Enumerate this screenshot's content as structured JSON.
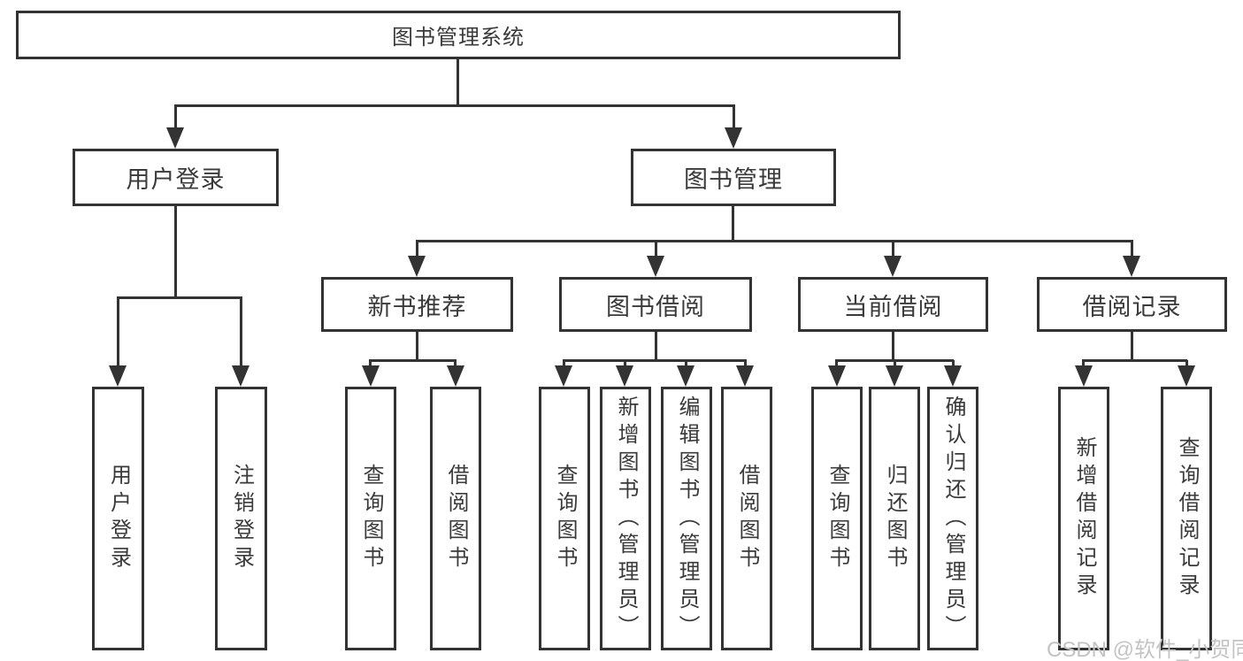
{
  "tree": {
    "root_label": "图书管理系统",
    "level2": [
      {
        "label": "用户登录"
      },
      {
        "label": "图书管理"
      }
    ],
    "level3": [
      {
        "label": "新书推荐"
      },
      {
        "label": "图书借阅"
      },
      {
        "label": "当前借阅"
      },
      {
        "label": "借阅记录"
      }
    ],
    "leaves": {
      "user_login": [
        "用户登录",
        "注销登录"
      ],
      "new_book": [
        "查询图书",
        "借阅图书"
      ],
      "book_borrow": [
        "查询图书",
        "新增图书（管理员）",
        "编辑图书（管理员）",
        "借阅图书"
      ],
      "current_borrow": [
        "查询图书",
        "归还图书",
        "确认归还（管理员）"
      ],
      "borrow_record": [
        "新增借阅记录",
        "查询借阅记录"
      ]
    }
  },
  "watermark": {
    "text": "CSDN @软件_小贺同学"
  },
  "colors": {
    "line": "#333333",
    "text": "#3a3a3a",
    "box_background": "#ffffff",
    "watermark": "#c3c3c3",
    "page_background": "#ffffff"
  }
}
